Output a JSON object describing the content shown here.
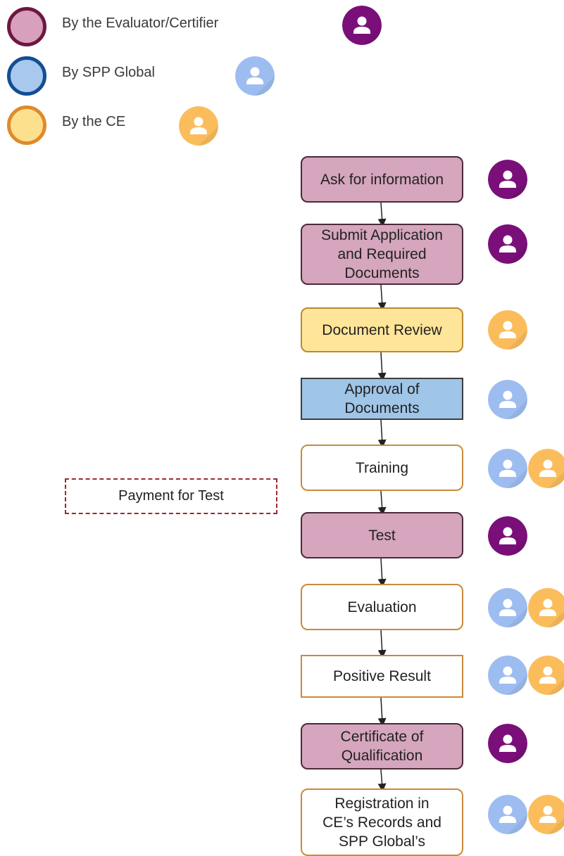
{
  "legend": [
    {
      "label": "By the Evaluator/Certifier",
      "ring": "#6e1740",
      "fill": "#d7a0bb",
      "avatar_color": "#7a0f7a"
    },
    {
      "label": "By SPP Global",
      "ring": "#124e91",
      "fill": "#a8c8ee",
      "avatar_color": "#9dbdf0"
    },
    {
      "label": "By the CE",
      "ring": "#e08a2b",
      "fill": "#fde08e",
      "avatar_color": "#fbbd5c"
    }
  ],
  "steps": [
    {
      "text": "Ask for information",
      "actors": [
        "evaluator"
      ]
    },
    {
      "text": "Submit Application\nand Required\nDocuments",
      "actors": [
        "evaluator"
      ]
    },
    {
      "text": "Document Review",
      "actors": [
        "ce"
      ]
    },
    {
      "text": "Approval of\nDocuments",
      "actors": [
        "spp"
      ]
    },
    {
      "text": "Training",
      "actors": [
        "spp",
        "ce"
      ]
    },
    {
      "text": "Test",
      "actors": [
        "evaluator"
      ]
    },
    {
      "text": "Evaluation",
      "actors": [
        "spp",
        "ce"
      ]
    },
    {
      "text": "Positive Result",
      "actors": [
        "spp",
        "ce"
      ]
    },
    {
      "text": "Certificate of\nQualification",
      "actors": [
        "evaluator"
      ]
    },
    {
      "text": "Registration in\nCE’s Records and\nSPP Global’s",
      "actors": [
        "spp",
        "ce"
      ]
    }
  ],
  "side_note": "Payment for Test",
  "colors": {
    "evaluator_box_fill": "#d5a6bd",
    "evaluator_box_border": "#4a2a3a",
    "ce_box_fill": "#ffe599",
    "ce_box_border": "#b98a2e",
    "spp_box_fill": "#9fc5e8",
    "spp_box_border": "#3d3d3d",
    "shared_box_fill": "#ffffff",
    "shared_box_border": "#c98a3a",
    "dashed_border": "#9b2b2f",
    "avatar_evaluator": "#7a0f7a",
    "avatar_spp": "#9dbdf0",
    "avatar_ce": "#fbbd5c"
  }
}
